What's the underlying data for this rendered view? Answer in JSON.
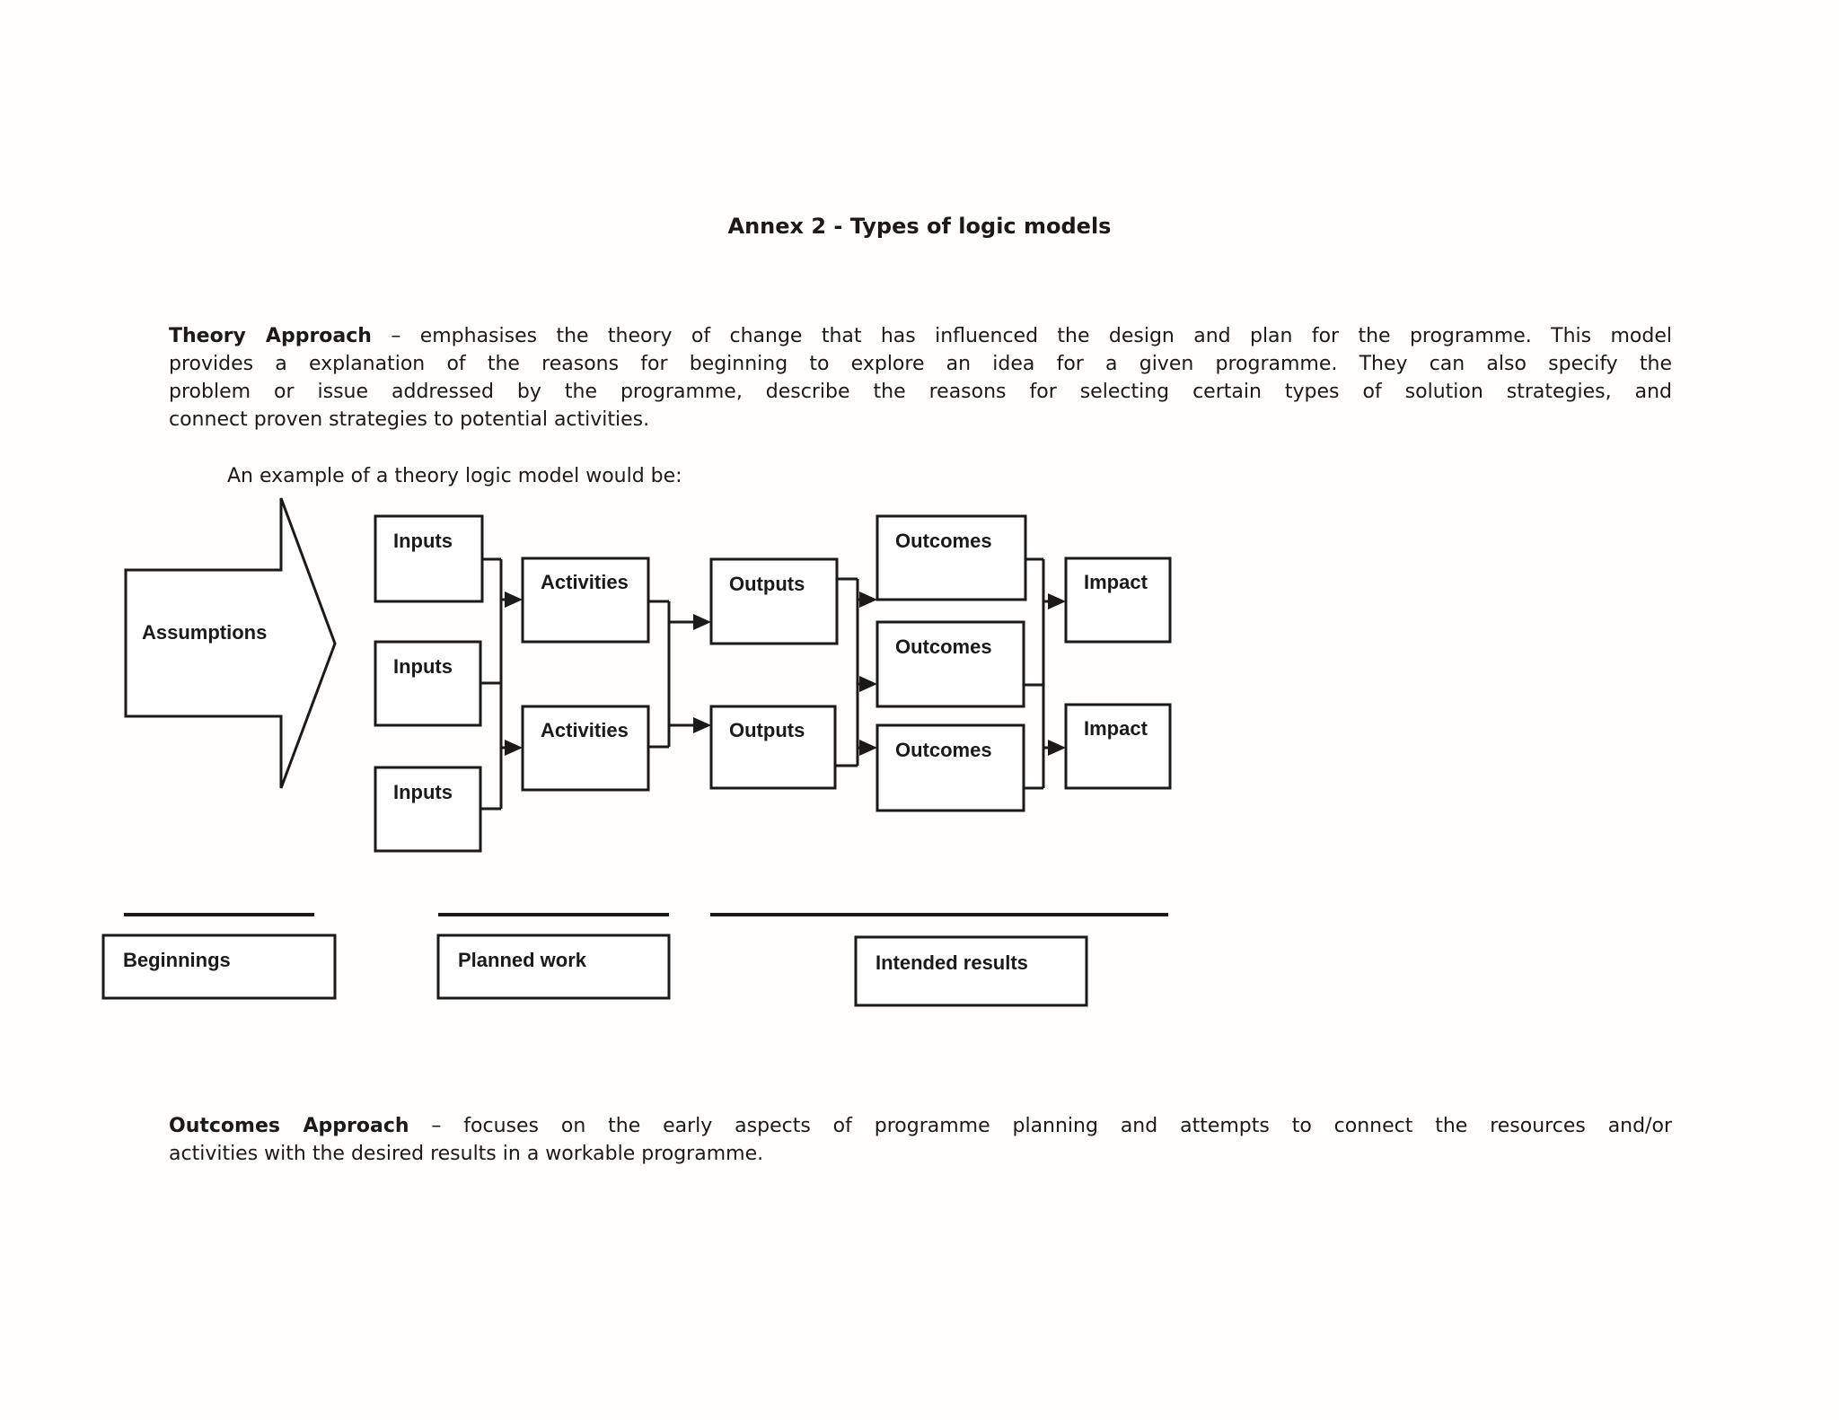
{
  "document": {
    "title": "Annex 2 - Types of logic models",
    "theory_paragraph": {
      "lead": "Theory Approach",
      "line1_rest": " – emphasises the theory of change that has influenced the design and plan for the programme. This model",
      "line2": "provides a explanation of the reasons for beginning to explore an idea for a given programme. They can also specify the",
      "line3": "problem or issue addressed by the programme, describe the reasons for selecting certain types of solution strategies, and",
      "line4": "connect proven strategies to potential activities.",
      "example_line": "An example of a theory logic model would be:"
    },
    "outcomes_paragraph": {
      "lead": "Outcomes Approach",
      "line1_rest": " – focuses on the early aspects of programme planning and attempts to connect the resources and/or",
      "line2": "activities with the desired results in a workable programme."
    }
  },
  "diagram": {
    "assumptions_label": "Assumptions",
    "boxes": [
      {
        "id": "inputs-1",
        "label": "Inputs"
      },
      {
        "id": "inputs-2",
        "label": "Inputs"
      },
      {
        "id": "inputs-3",
        "label": "Inputs"
      },
      {
        "id": "activities-1",
        "label": "Activities"
      },
      {
        "id": "activities-2",
        "label": "Activities"
      },
      {
        "id": "outputs-1",
        "label": "Outputs"
      },
      {
        "id": "outputs-2",
        "label": "Outputs"
      },
      {
        "id": "outcomes-1",
        "label": "Outcomes"
      },
      {
        "id": "outcomes-2",
        "label": "Outcomes"
      },
      {
        "id": "outcomes-3",
        "label": "Outcomes"
      },
      {
        "id": "impact-1",
        "label": "Impact"
      },
      {
        "id": "impact-2",
        "label": "Impact"
      }
    ],
    "footer": {
      "beginnings": "Beginnings",
      "planned_work": "Planned work",
      "intended_results": "Intended results"
    }
  },
  "colors": {
    "ink": "#1a1a1a",
    "paper": "#ffffff"
  }
}
